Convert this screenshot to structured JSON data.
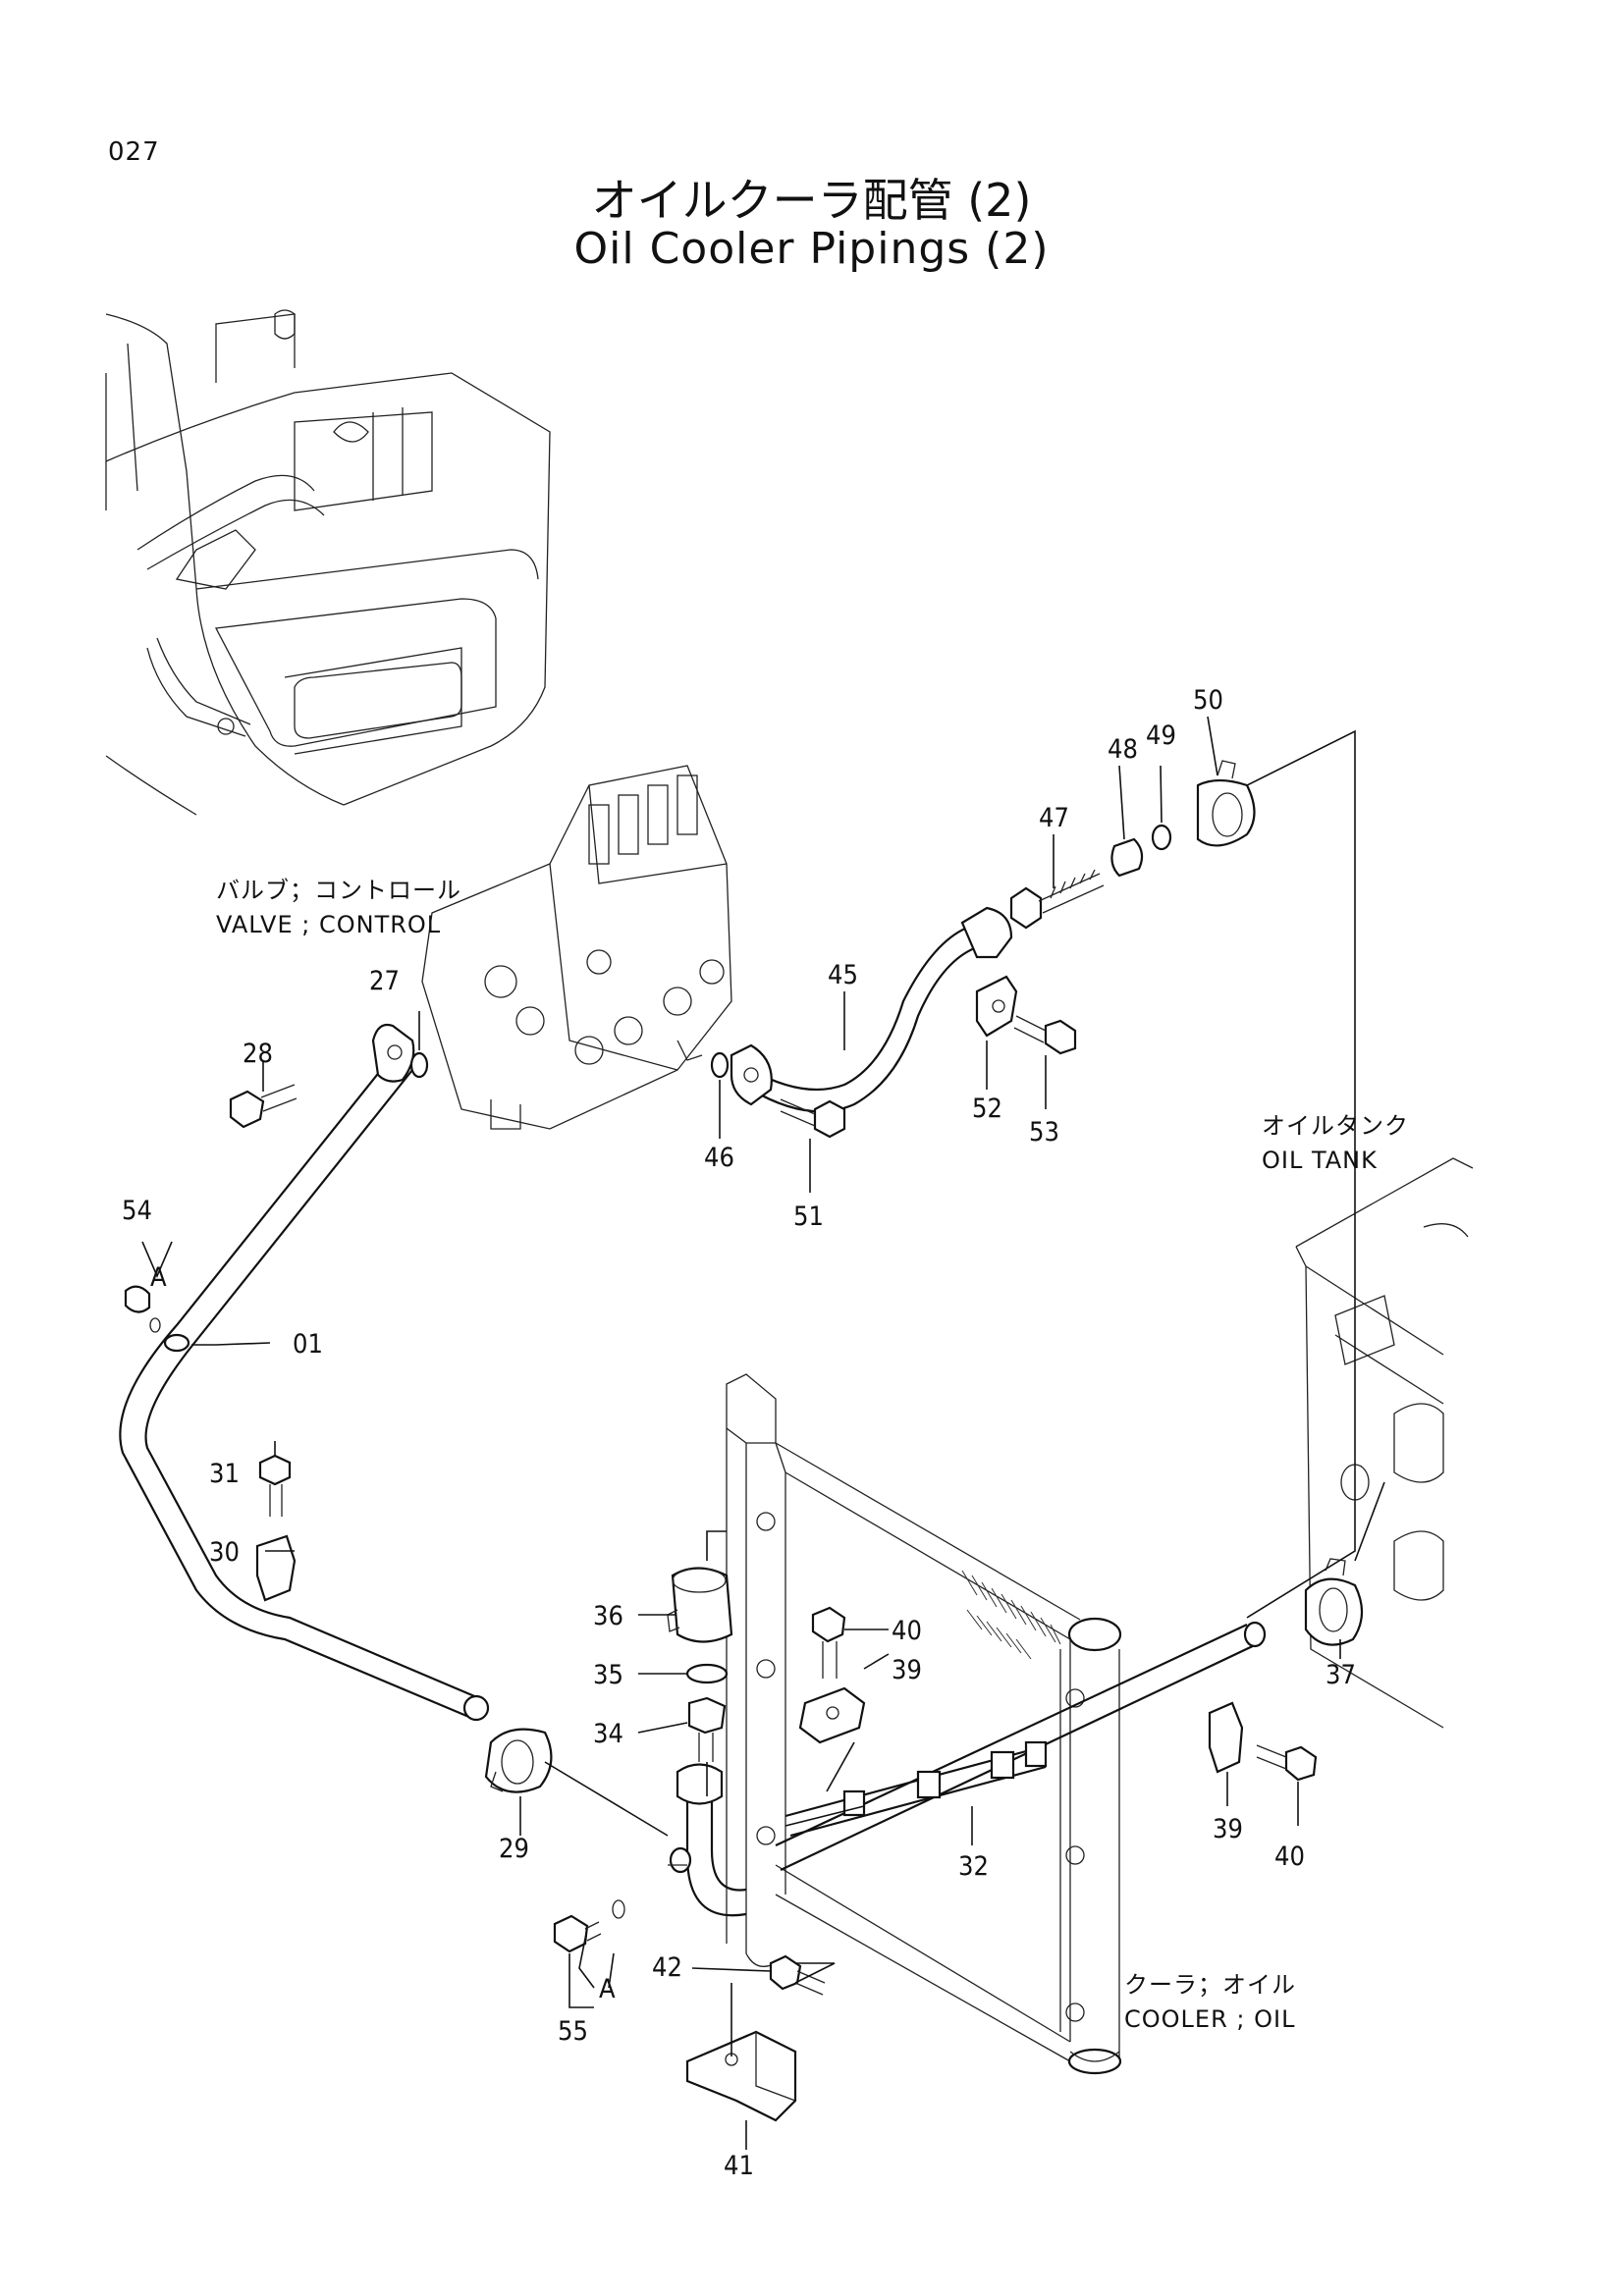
{
  "page": {
    "number": "027",
    "title_jp": "オイルクーラ配管 (2)",
    "title_en": "Oil Cooler Pipings (2)"
  },
  "component_labels": {
    "valve_jp": "バルブ；コントロール",
    "valve_en": "VALVE ; CONTROL",
    "tank_jp": "オイルタンク",
    "tank_en": "OIL  TANK",
    "cooler_jp": "クーラ；オイル",
    "cooler_en": "COOLER ; OIL"
  },
  "reference_marks": {
    "a_upper": "A",
    "a_lower": "A"
  },
  "callouts": {
    "p01": "01",
    "p27": "27",
    "p28": "28",
    "p29": "29",
    "p30": "30",
    "p31": "31",
    "p32": "32",
    "p34": "34",
    "p35": "35",
    "p36": "36",
    "p37": "37",
    "p39a": "39",
    "p39b": "39",
    "p40a": "40",
    "p40b": "40",
    "p41": "41",
    "p42": "42",
    "p45": "45",
    "p46": "46",
    "p47": "47",
    "p48": "48",
    "p49": "49",
    "p50": "50",
    "p51": "51",
    "p52": "52",
    "p53": "53",
    "p54": "54",
    "p55": "55"
  }
}
